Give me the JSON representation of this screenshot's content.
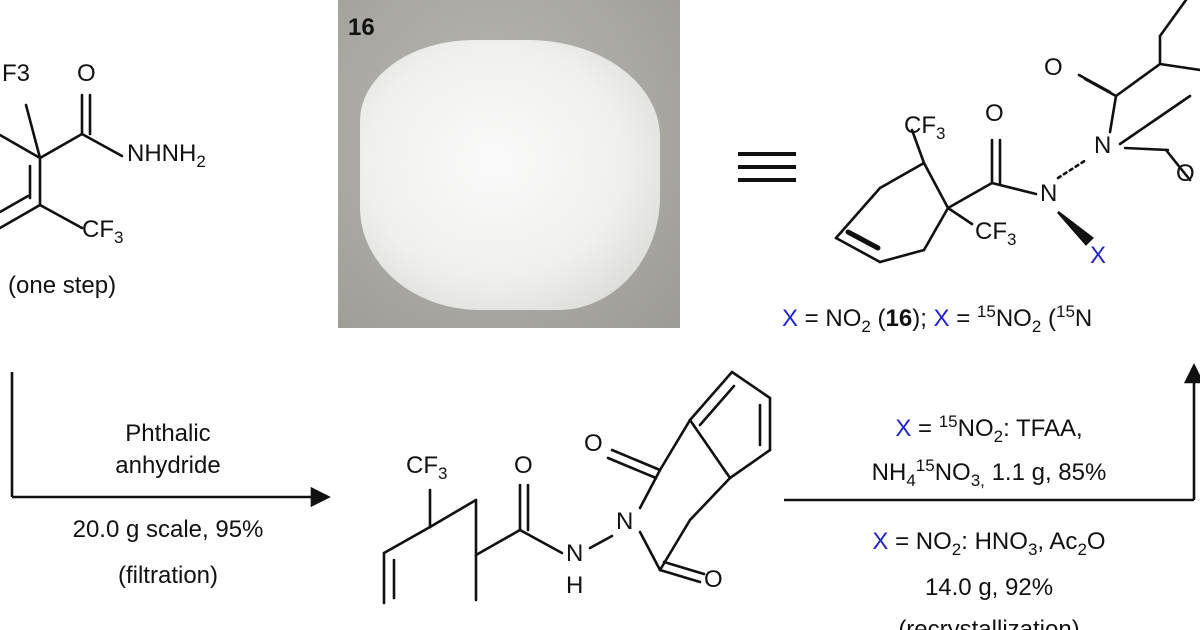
{
  "photo": {
    "label": "16"
  },
  "left_compound": {
    "cf3_top": "F3",
    "oxygen": "O",
    "hydrazide": "NHNH",
    "hydrazide_sub": "2",
    "cf3_bottom": "CF",
    "cf3_bottom_sub": "3",
    "note": "(one step)"
  },
  "equivalence_symbol": "≡",
  "right_compound": {
    "cf3_top": "CF",
    "cf3_top_sub": "3",
    "oxygen_amide": "O",
    "oxygen_imide_top": "O",
    "oxygen_imide_bottom": "O",
    "n_imide": "N",
    "n_amide": "N",
    "cf3_bottom": "CF",
    "cf3_bottom_sub": "3",
    "x_label": "X",
    "caption": {
      "x1": "X",
      "eq1": " = NO",
      "sub1": "2",
      "open1": " (",
      "bold1": "16",
      "close1": "); ",
      "x2": "X",
      "eq2": " = ",
      "sup2": "15",
      "no2": "NO",
      "sub2": "2",
      "tail": " (",
      "sup3": "15",
      "tail2": "N"
    }
  },
  "step1": {
    "line1": "Phthalic",
    "line2": "anhydride",
    "line3": "20.0 g scale, 95%",
    "line4": "(filtration)"
  },
  "middle_compound": {
    "cf3_top": "CF",
    "cf3_top_sub": "3",
    "oxygen_amide": "O",
    "oxygen_imide_top": "O",
    "oxygen_imide_bottom": "O",
    "nh_n": "N",
    "nh_h": "H",
    "n_imide": "N"
  },
  "step2": {
    "a_x": "X",
    "a_eq": " = ",
    "a_sup": "15",
    "a_rest": "NO",
    "a_sub": "2",
    "a_tail": ": TFAA,",
    "b_nh": "NH",
    "b_sub4": "4",
    "b_sup": "15",
    "b_no": "NO",
    "b_sub3": "3,",
    "b_tail": " 1.1 g, 85%",
    "c_x": "X",
    "c_eq": " = NO",
    "c_sub": "2",
    "c_tail1": ": HNO",
    "c_sub3": "3",
    "c_tail2": ", Ac",
    "c_sub2": "2",
    "c_tail3": "O",
    "d": "14.0 g, 92%",
    "e": "(recrystallization)"
  }
}
